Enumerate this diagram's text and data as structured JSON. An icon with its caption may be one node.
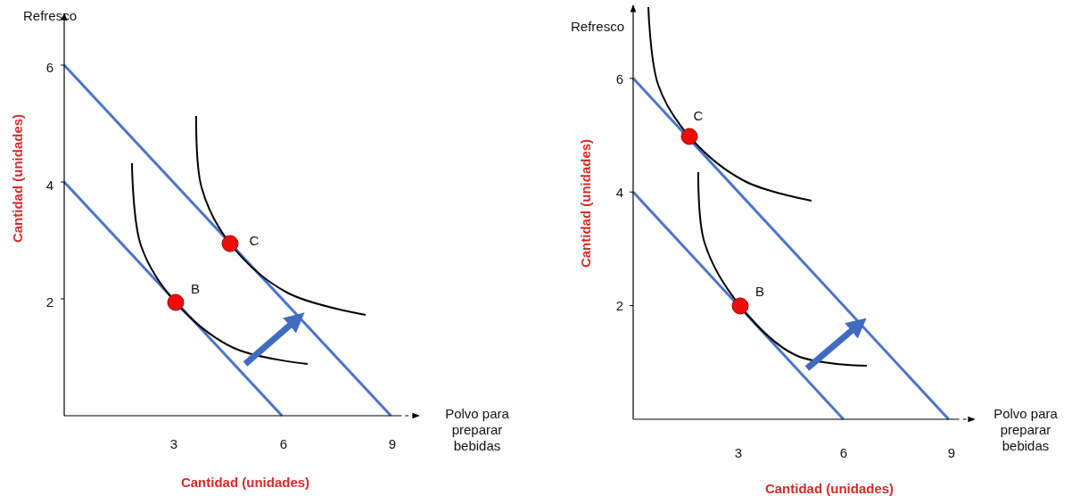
{
  "diagram": {
    "labels": [
      "Refresco",
      "6",
      "4",
      "2",
      "Cantidad (unidades)",
      "C",
      "B",
      "Polvo para preparar bebidas",
      "3",
      "6",
      "9",
      "Cantidad (unidades)",
      "Refresco",
      "6",
      "4",
      "2",
      "Cantidad (unidades)",
      "C",
      "B",
      "Polvo para preparar bebidas",
      "3",
      "6",
      "9",
      "Cantidad (unidades)"
    ]
  }
}
